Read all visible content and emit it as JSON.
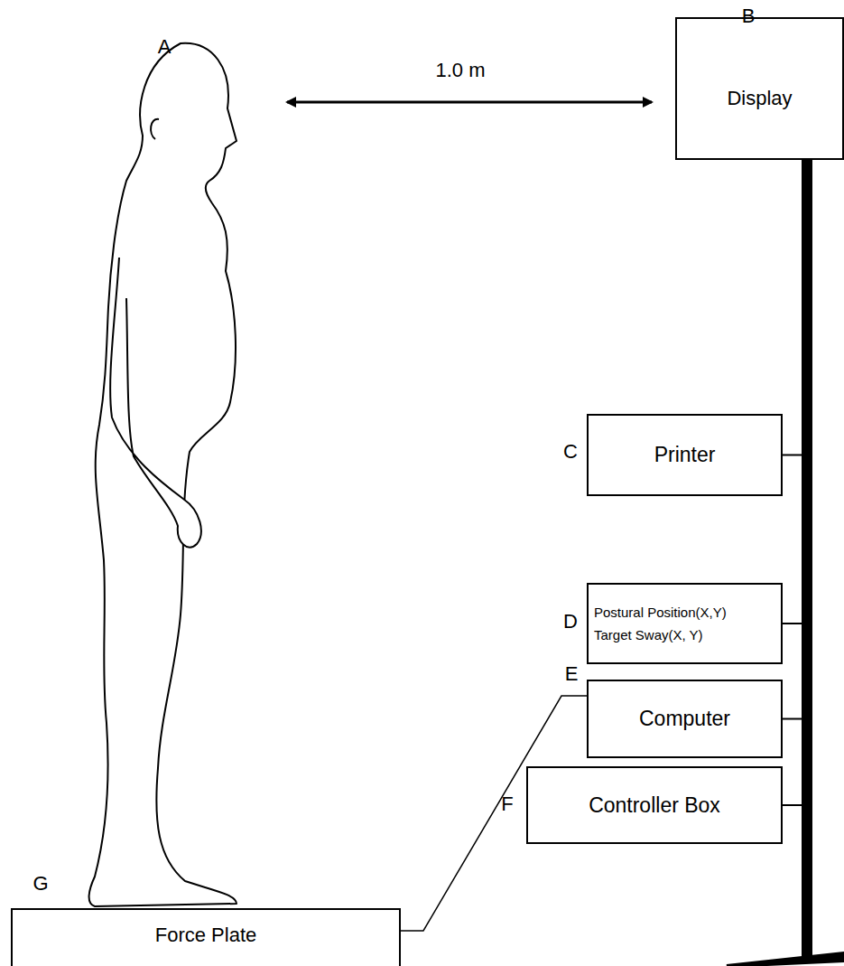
{
  "diagram": {
    "nodes": [
      {
        "text": [
          "Display"
        ]
      },
      {
        "text": [
          "Printer"
        ]
      },
      {
        "text": [
          "Postural Position(X,Y)",
          "Target Sway(X, Y)"
        ]
      },
      {
        "text": [
          "Computer"
        ]
      },
      {
        "text": [
          "Controller Box"
        ]
      },
      {
        "text": [
          "Force Plate"
        ]
      }
    ],
    "edges": [
      {
        "from": 5,
        "to": 3,
        "arrow": "none"
      }
    ],
    "labels": [
      "A",
      "B",
      "C",
      "D",
      "E",
      "F",
      "G",
      "1.0 m"
    ]
  }
}
